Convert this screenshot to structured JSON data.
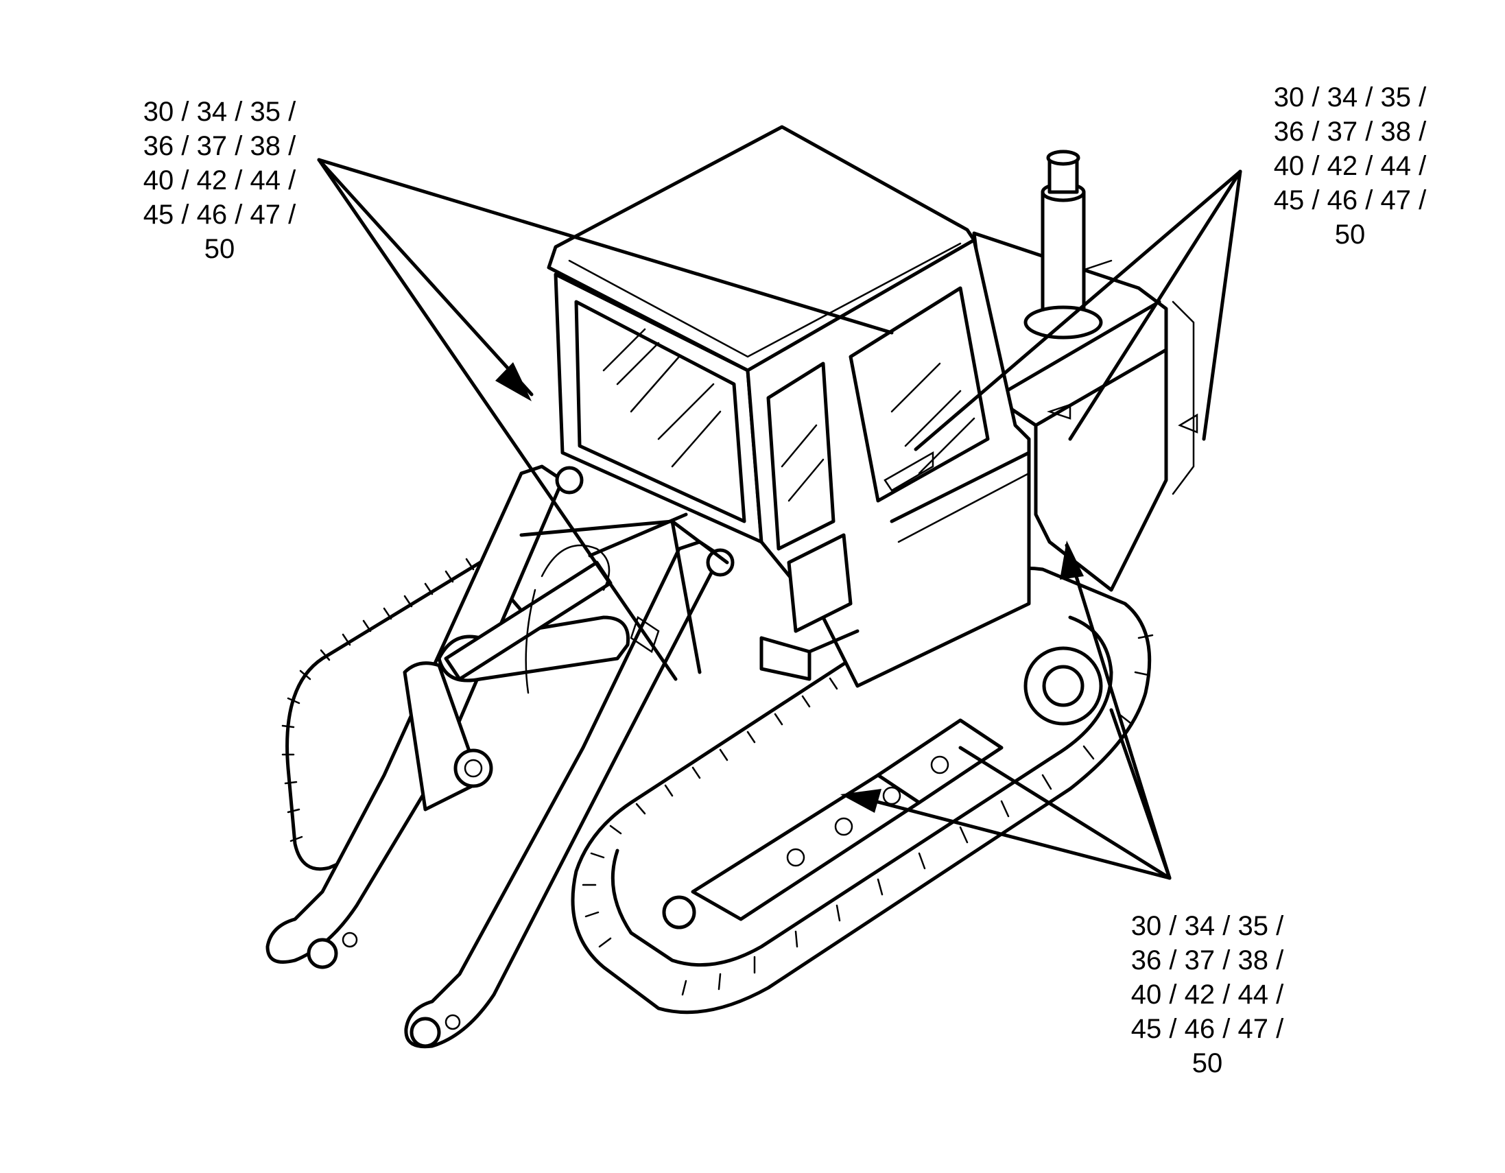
{
  "callouts": {
    "left": [
      "30 / 34 / 35 /",
      "36 / 37 / 38 /",
      "40 / 42 / 44 /",
      "45 / 46 / 47 /",
      "50"
    ],
    "right": [
      "30 / 34 / 35 /",
      "36 / 37 / 38 /",
      "40 / 42 / 44 /",
      "45 / 46 / 47 /",
      "50"
    ],
    "bottom": [
      "30 / 34 / 35 /",
      "36 / 37 / 38 /",
      "40 / 42 / 44 /",
      "45 / 46 / 47 /",
      "50"
    ]
  }
}
